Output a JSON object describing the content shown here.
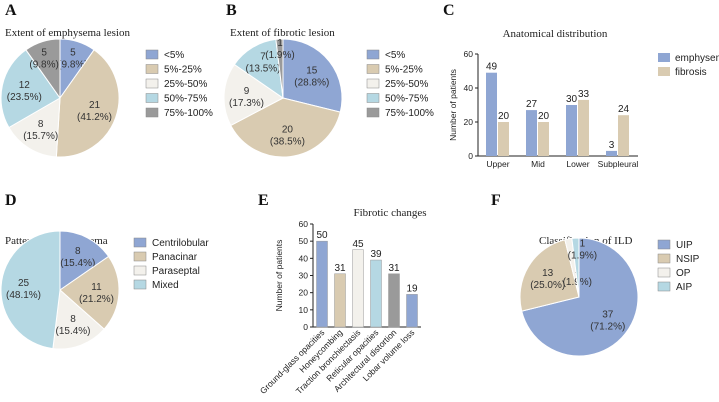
{
  "colors": {
    "blue": "#8fa6d3",
    "tan": "#d9cbb1",
    "cream": "#f3f1ec",
    "lightblue": "#b5d8e3",
    "gray": "#9a9a9a",
    "axis": "#222222"
  },
  "chart_data": [
    {
      "panel": "A",
      "type": "pie",
      "title": "Extent of emphysema lesion",
      "categories": [
        "<5%",
        "5%-25%",
        "25%-50%",
        "50%-75%",
        "75%-100%"
      ],
      "values": [
        5,
        21,
        8,
        12,
        5
      ],
      "slice_labels": [
        "5\n(9.8%)",
        "21\n(41.2%)",
        "8\n(15.7%)",
        "12\n(23.5%)",
        "5\n(9.8%)"
      ],
      "colors": [
        "#8fa6d3",
        "#d9cbb1",
        "#f3f1ec",
        "#b5d8e3",
        "#9a9a9a"
      ],
      "legend_position": "right"
    },
    {
      "panel": "B",
      "type": "pie",
      "title": "Extent of fibrotic lesion",
      "categories": [
        "<5%",
        "5%-25%",
        "25%-50%",
        "50%-75%",
        "75%-100%"
      ],
      "values": [
        15,
        20,
        9,
        7,
        1
      ],
      "slice_labels": [
        "15\n(28.8%)",
        "20\n(38.5%)",
        "9\n(17.3%)",
        "7\n(13.5%)",
        "1\n(1.9%)"
      ],
      "colors": [
        "#8fa6d3",
        "#d9cbb1",
        "#f3f1ec",
        "#b5d8e3",
        "#9a9a9a"
      ],
      "legend_position": "right"
    },
    {
      "panel": "C",
      "type": "bar",
      "title": "Anatomical distribution",
      "categories": [
        "Upper",
        "Mid",
        "Lower",
        "Subpleural"
      ],
      "series": [
        {
          "name": "emphysema",
          "values": [
            49,
            27,
            30,
            3
          ],
          "color": "#8fa6d3"
        },
        {
          "name": "fibrosis",
          "values": [
            20,
            20,
            33,
            24
          ],
          "color": "#d9cbb1"
        }
      ],
      "ylabel": "Number of patients",
      "ylim": [
        0,
        60
      ],
      "yticks": [
        0,
        20,
        40,
        60
      ],
      "legend_position": "right"
    },
    {
      "panel": "D",
      "type": "pie",
      "title": "Patterns of emphysema",
      "categories": [
        "Centrilobular",
        "Panacinar",
        "Paraseptal",
        "Mixed"
      ],
      "values": [
        8,
        11,
        8,
        25
      ],
      "slice_labels": [
        "8\n(15.4%)",
        "11\n(21.2%)",
        "8\n(15.4%)",
        "25\n(48.1%)"
      ],
      "colors": [
        "#8fa6d3",
        "#d9cbb1",
        "#f3f1ec",
        "#b5d8e3"
      ],
      "legend_position": "right"
    },
    {
      "panel": "E",
      "type": "bar",
      "title": "Fibrotic changes",
      "categories": [
        "Ground-glass opacities",
        "Honeycombing",
        "Traction bronchiectasis",
        "Reticular opacities",
        "Architectural distortion",
        "Lobar volume loss"
      ],
      "values": [
        50,
        31,
        45,
        39,
        31,
        19
      ],
      "colors": [
        "#8fa6d3",
        "#d9cbb1",
        "#f3f1ec",
        "#b5d8e3",
        "#9a9a9a",
        "#8fa6d3"
      ],
      "ylabel": "Number of patients",
      "ylim": [
        0,
        60
      ],
      "yticks": [
        0,
        10,
        20,
        30,
        40,
        50,
        60
      ]
    },
    {
      "panel": "F",
      "type": "pie",
      "title": "Classification of ILD",
      "categories": [
        "UIP",
        "NSIP",
        "OP",
        "AIP"
      ],
      "values": [
        37,
        13,
        1,
        1
      ],
      "slice_labels": [
        "37\n(71.2%)",
        "13\n(25.0%)",
        "1\n(1.9%)",
        "1\n(1.9%)"
      ],
      "colors": [
        "#8fa6d3",
        "#d9cbb1",
        "#f3f1ec",
        "#b5d8e3"
      ],
      "legend_position": "right"
    }
  ]
}
